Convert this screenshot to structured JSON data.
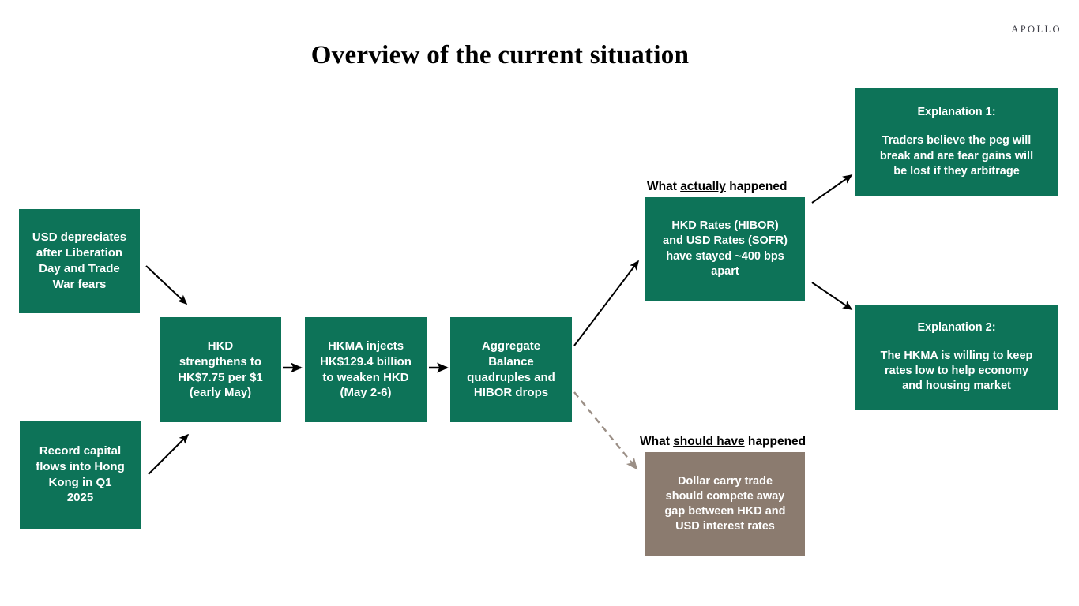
{
  "brand": {
    "name": "APOLLO"
  },
  "header": {
    "title": "Overview of the current situation"
  },
  "colors": {
    "green": "#0d7358",
    "brown": "#8b7b6f",
    "arrow_solid": "#000000",
    "arrow_dashed": "#9b8f86",
    "text_on_fill": "#ffffff",
    "title": "#000000"
  },
  "captions": {
    "actual": {
      "pre": "What ",
      "emphasis": "actually",
      "post": " happened"
    },
    "expected": {
      "pre": "What ",
      "emphasis": "should have",
      "post": " happened"
    }
  },
  "nodes": {
    "usd_depreciates": {
      "id": "usd-depreciates",
      "style": "green",
      "lines": [
        "USD depreciates",
        "after Liberation",
        "Day and Trade",
        "War fears"
      ]
    },
    "record_capital_flows": {
      "id": "record-capital-flows",
      "style": "green",
      "lines": [
        "Record capital",
        "flows into Hong",
        "Kong in Q1",
        "2025"
      ]
    },
    "hkd_strengthens": {
      "id": "hkd-strengthens",
      "style": "green",
      "lines": [
        "HKD",
        "strengthens to",
        "HK$7.75 per $1",
        "(early May)"
      ]
    },
    "hkma_injects": {
      "id": "hkma-injects",
      "style": "green",
      "lines": [
        "HKMA injects",
        "HK$129.4 billion",
        "to weaken HKD",
        "(May 2-6)"
      ]
    },
    "aggregate_balance": {
      "id": "aggregate-balance",
      "style": "green",
      "lines": [
        "Aggregate",
        "Balance",
        "quadruples and",
        "HIBOR drops"
      ]
    },
    "hkd_rates": {
      "id": "hkd-rates-gap",
      "style": "green",
      "lines": [
        "HKD Rates (HIBOR)",
        "and USD Rates (SOFR)",
        "have stayed ~400 bps",
        "apart"
      ]
    },
    "dollar_carry": {
      "id": "dollar-carry-trade",
      "style": "brown",
      "lines": [
        "Dollar carry trade",
        "should compete away",
        "gap between HKD and",
        "USD interest rates"
      ]
    },
    "explanation_1": {
      "id": "explanation-1",
      "style": "green",
      "heading": "Explanation 1:",
      "lines": [
        "Traders believe the peg will",
        "break and are fear gains will",
        "be lost if they arbitrage"
      ]
    },
    "explanation_2": {
      "id": "explanation-2",
      "style": "green",
      "heading": "Explanation 2:",
      "lines": [
        "The HKMA is willing to keep",
        "rates low to help economy",
        "and housing market"
      ]
    }
  }
}
